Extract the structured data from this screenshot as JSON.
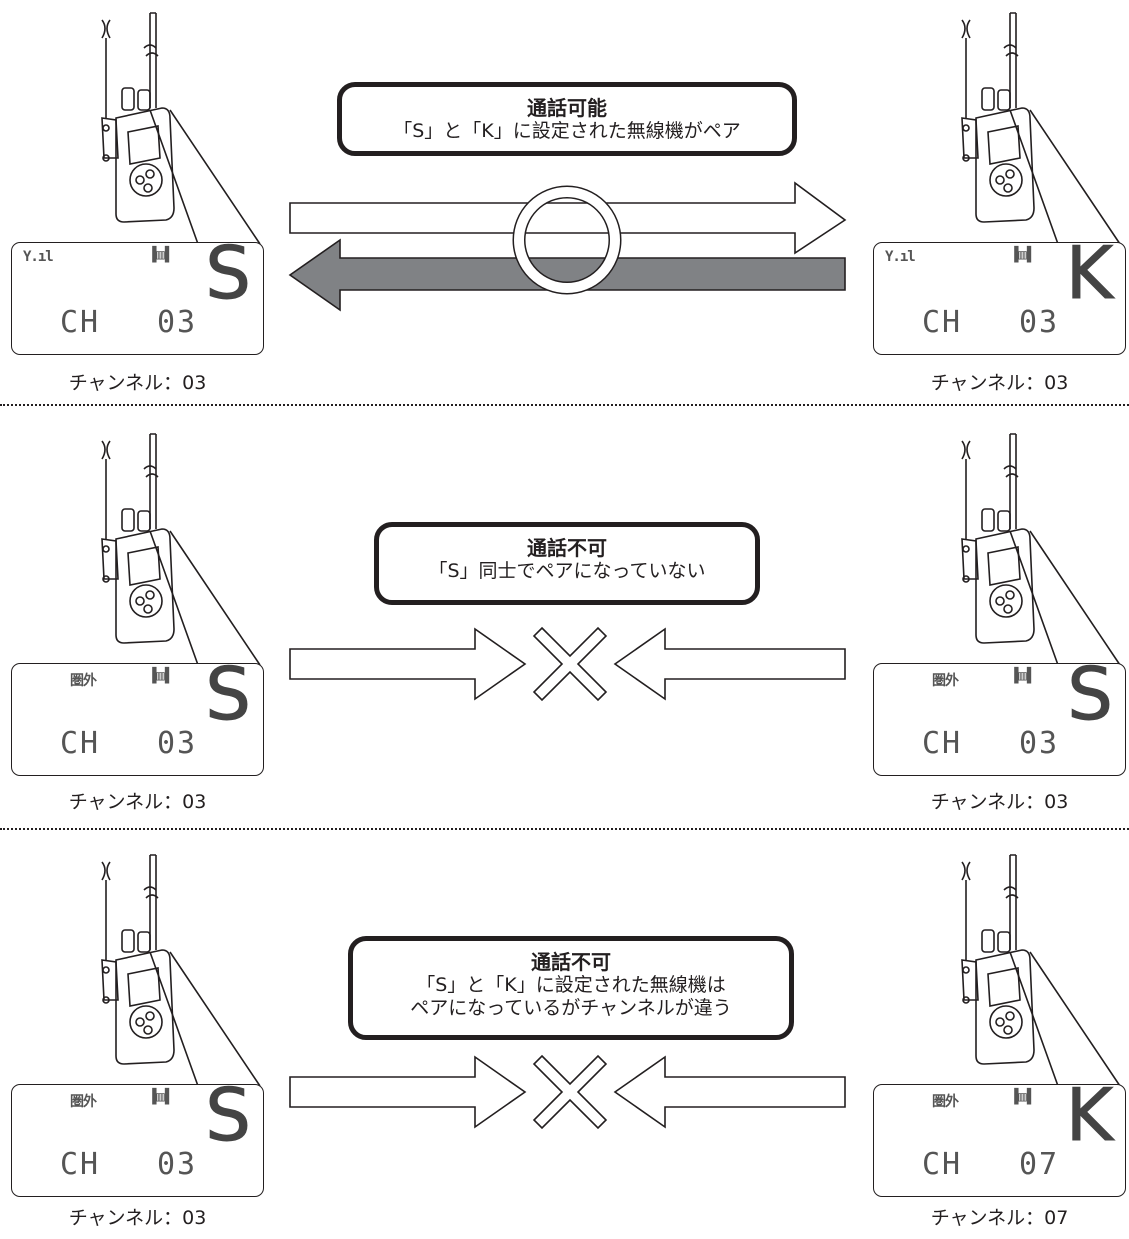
{
  "panels": [
    {
      "callout_title": "通話可能",
      "callout_lines": [
        "「S」と「K」に設定された無線機がペア"
      ],
      "result": "ok",
      "left": {
        "signal": "Y.ıl",
        "letter": "S",
        "ch_label": "CH",
        "ch_value": "03",
        "caption": "チャンネル：03"
      },
      "right": {
        "signal": "Y.ıl",
        "letter": "K",
        "ch_label": "CH",
        "ch_value": "03",
        "caption": "チャンネル：03"
      }
    },
    {
      "callout_title": "通話不可",
      "callout_lines": [
        "「S」同士でペアになっていない"
      ],
      "result": "ng",
      "left": {
        "signal": "圏外",
        "letter": "S",
        "ch_label": "CH",
        "ch_value": "03",
        "caption": "チャンネル：03"
      },
      "right": {
        "signal": "圏外",
        "letter": "S",
        "ch_label": "CH",
        "ch_value": "03",
        "caption": "チャンネル：03"
      }
    },
    {
      "callout_title": "通話不可",
      "callout_lines": [
        "「S」と「K」に設定された無線機は",
        "ペアになっているがチャンネルが違う"
      ],
      "result": "ng",
      "left": {
        "signal": "圏外",
        "letter": "S",
        "ch_label": "CH",
        "ch_value": "03",
        "caption": "チャンネル：03"
      },
      "right": {
        "signal": "圏外",
        "letter": "K",
        "ch_label": "CH",
        "ch_value": "07",
        "caption": "チャンネル：07"
      }
    }
  ],
  "icons": {
    "battery": "battery-icon",
    "radio": "handheld-radio-icon",
    "ok_mark": "circle-ok-icon",
    "ng_mark": "cross-ng-icon"
  }
}
